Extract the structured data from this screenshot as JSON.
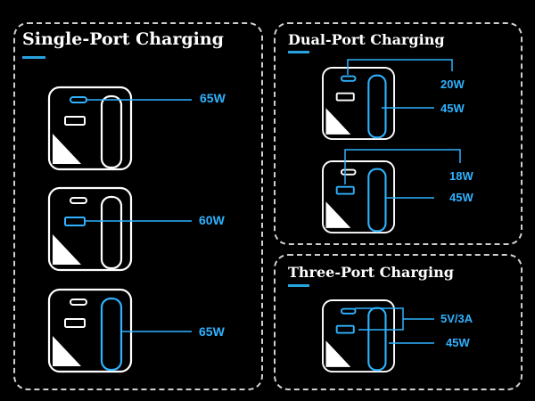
{
  "colors": {
    "accent": "#2fb2ff",
    "underline": "#27a3e0",
    "panel_border": "#cfcfcf",
    "device": "#ffffff",
    "background": "#000000"
  },
  "single": {
    "title": "Single-Port Charging",
    "w1": "65W",
    "w2": "60W",
    "w3": "65W"
  },
  "dual": {
    "title": "Dual-Port Charging",
    "a_top": "20W",
    "a_bot": "45W",
    "b_top": "18W",
    "b_bot": "45W"
  },
  "three": {
    "title": "Three-Port Charging",
    "top": "5V/3A",
    "bot": "45W"
  }
}
